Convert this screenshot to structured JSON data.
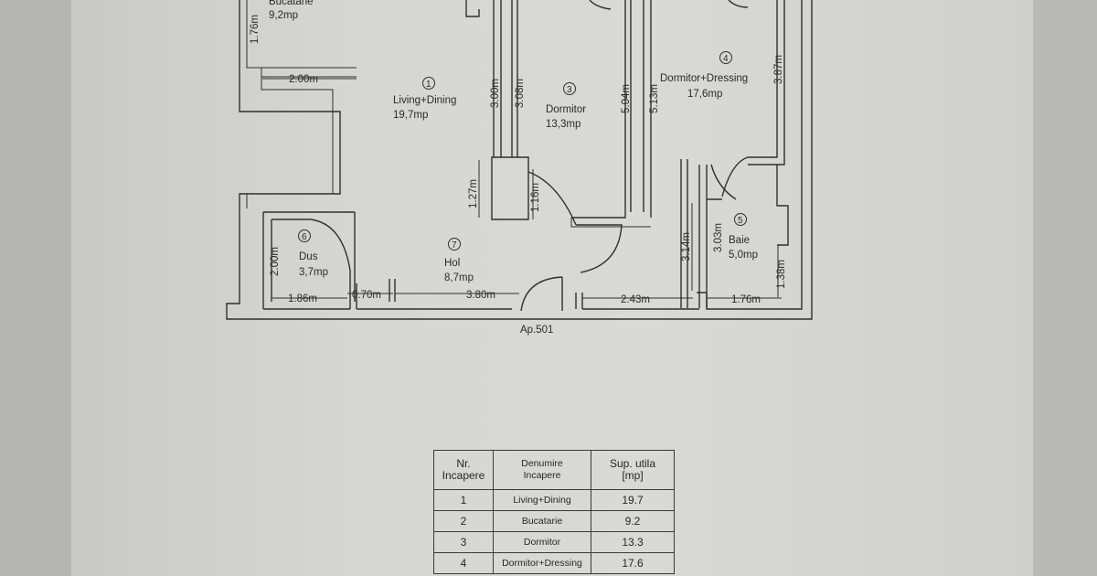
{
  "rooms": [
    {
      "id": "r1",
      "num": "1",
      "name": "Living+Dining",
      "area": "19,7mp"
    },
    {
      "id": "r2",
      "num": "",
      "name": "Bucatarie",
      "area": "9,2mp"
    },
    {
      "id": "r3",
      "num": "3",
      "name": "Dormitor",
      "area": "13,3mp"
    },
    {
      "id": "r4",
      "num": "4",
      "name": "Dormitor+Dressing",
      "area": "17,6mp"
    },
    {
      "id": "r5",
      "num": "5",
      "name": "Baie",
      "area": "5,0mp"
    },
    {
      "id": "r6",
      "num": "6",
      "name": "Dus",
      "area": "3,7mp"
    },
    {
      "id": "r7",
      "num": "7",
      "name": "Hol",
      "area": "8,7mp"
    }
  ],
  "dimensions": {
    "d_1_76_top": "1.76m",
    "d_2_00_top": "2.00m",
    "d_3_00": "3.00m",
    "d_3_08": "3.08m",
    "d_5_04": "5.04m",
    "d_5_13": "5.13m",
    "d_3_87": "3.87m",
    "d_1_27": "1.27m",
    "d_1_16": "1.16m",
    "d_3_14": "3.14m",
    "d_3_03": "3.03m",
    "d_1_38": "1.38m",
    "d_2_00_left": "2.00m",
    "d_1_86": "1.86m",
    "d_0_70": "0.70m",
    "d_3_80": "3.80m",
    "d_2_43": "2.43m",
    "d_1_76_bottom": "1.76m"
  },
  "apartment_label": "Ap.501",
  "table": {
    "headers": {
      "col1": [
        "Nr.",
        "Incapere"
      ],
      "col2": [
        "Denumire",
        "Incapere"
      ],
      "col3": [
        "Sup. utila",
        "[mp]"
      ]
    },
    "rows": [
      {
        "nr": "1",
        "name": "Living+Dining",
        "area": "19.7"
      },
      {
        "nr": "2",
        "name": "Bucatarie",
        "area": "9.2"
      },
      {
        "nr": "3",
        "name": "Dormitor",
        "area": "13.3"
      },
      {
        "nr": "4",
        "name": "Dormitor+Dressing",
        "area": "17.6"
      }
    ]
  }
}
